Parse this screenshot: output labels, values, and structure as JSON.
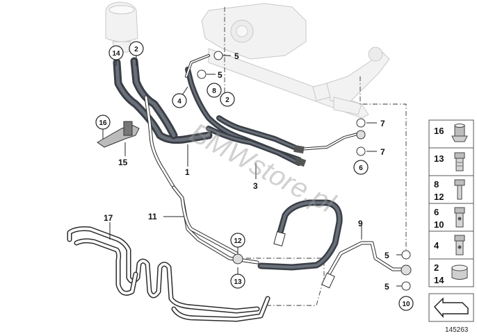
{
  "diagram": {
    "id_number": "145263",
    "watermark": "BMWstore.pl"
  },
  "callouts": {
    "c1": "1",
    "c3": "3",
    "c5a": "5",
    "c5b": "5",
    "c5c": "5",
    "c5d": "5",
    "c7a": "7",
    "c7b": "7",
    "c9": "9",
    "c11": "11",
    "c15": "15",
    "c17": "17"
  },
  "circled": {
    "n14": "14",
    "n2": "2",
    "n4": "4",
    "n8": "8",
    "n2b": "2",
    "n16": "16",
    "n6": "6",
    "n12": "12",
    "n13": "13",
    "n10": "10"
  },
  "parts_panel": [
    {
      "label": "16",
      "icon": "collar-nut-icon"
    },
    {
      "label": "13",
      "icon": "banjo-bolt-icon"
    },
    {
      "label": "8",
      "label2": "12",
      "icon": "hex-bolt-icon"
    },
    {
      "label": "6",
      "label2": "10",
      "icon": "hollow-bolt-icon"
    },
    {
      "label": "4",
      "icon": "banjo-screw-icon"
    },
    {
      "label": "2",
      "label2": "14",
      "icon": "hose-clamp-icon"
    },
    {
      "label": "",
      "icon": "direction-arrow-icon"
    }
  ]
}
